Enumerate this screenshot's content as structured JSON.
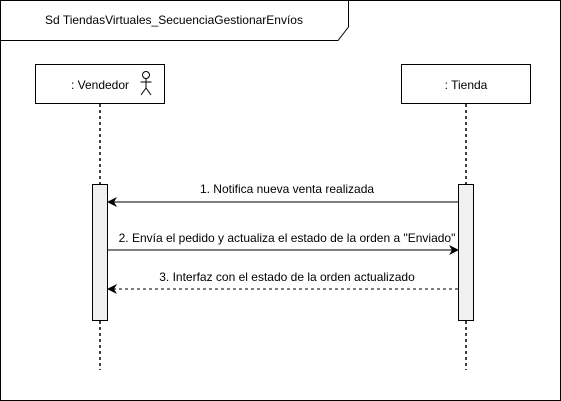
{
  "frame": {
    "title": "Sd TiendasVirtuales_SecuenciaGestionarEnvíos"
  },
  "lifelines": [
    {
      "label": ": Vendedor",
      "icon": "actor-icon"
    },
    {
      "label": ": Tienda"
    }
  ],
  "messages": [
    {
      "label": "1. Notifica nueva venta realizada",
      "style": "solid"
    },
    {
      "label": "2. Envía el pedido y actualiza el estado de la orden a \"Enviado\"",
      "style": "solid"
    },
    {
      "label": "3. Interfaz con el estado de la orden actualizado",
      "style": "dashed"
    }
  ],
  "colors": {
    "stroke": "#000000",
    "activation_fill": "#f0f0f0",
    "background": "#ffffff"
  }
}
